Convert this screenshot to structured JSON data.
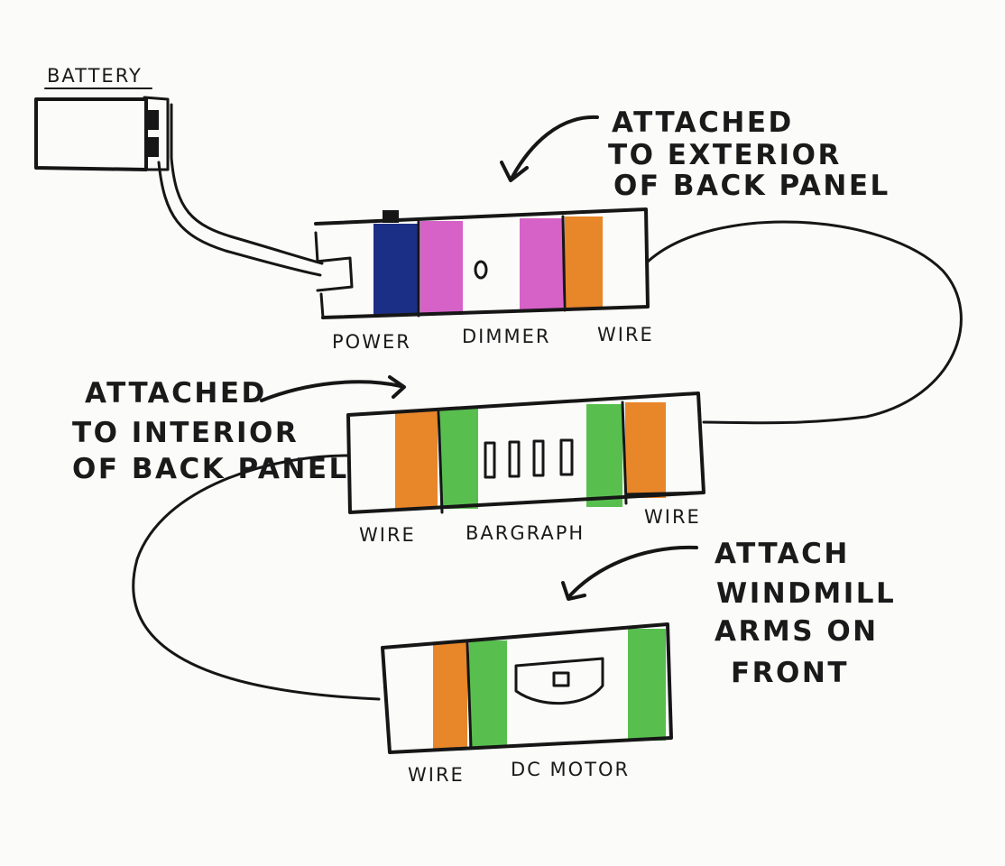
{
  "labels": {
    "battery": "BATTERY",
    "power": "POWER",
    "dimmer": "DIMMER",
    "wire_top": "WIRE",
    "wire_mid_left": "WIRE",
    "bargraph": "BARGRAPH",
    "wire_mid_right": "WIRE",
    "wire_bottom": "WIRE",
    "dc_motor": "DC MOTOR"
  },
  "notes": {
    "exterior": [
      "ATTACHED",
      "TO EXTERIOR",
      "OF BACK PANEL"
    ],
    "interior": [
      "ATTACHED",
      "TO INTERIOR",
      "OF BACK PANEL"
    ],
    "windmill": [
      "ATTACH",
      "WINDMILL",
      "ARMS ON",
      "FRONT"
    ]
  },
  "colors": {
    "ink": "#161616",
    "power_blue": "#1c2f86",
    "dimmer_pink": "#d662c8",
    "wire_orange": "#e8862a",
    "bargraph_green": "#58bf4f",
    "paper": "#fbfbfa"
  }
}
